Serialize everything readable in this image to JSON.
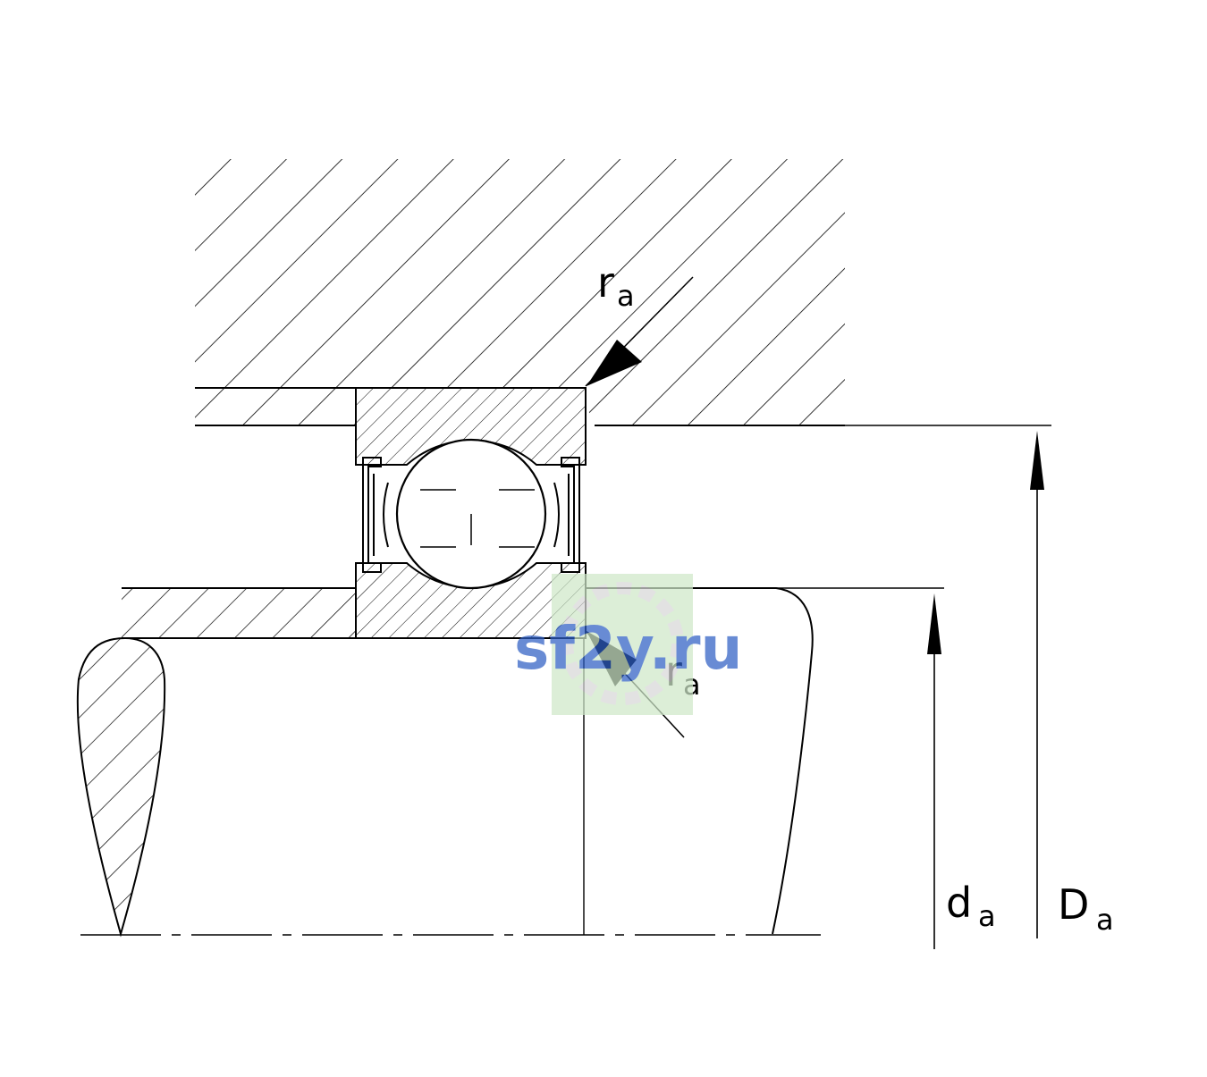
{
  "drawing": {
    "labels": {
      "fillet_top": {
        "main": "r",
        "sub": "a"
      },
      "fillet_bottom": {
        "main": "r",
        "sub": "a"
      },
      "shaft_shoulder_diameter": {
        "main": "d",
        "sub": "a"
      },
      "housing_shoulder_diameter": {
        "main": "D",
        "sub": "a"
      }
    }
  },
  "watermark": {
    "text": "sf2y.ru",
    "colors": {
      "text": "#2f5fc4",
      "badge": "#cfe8c9",
      "ring": "#d8d8d8"
    }
  },
  "colors": {
    "line": "#000000",
    "background": "#ffffff"
  }
}
